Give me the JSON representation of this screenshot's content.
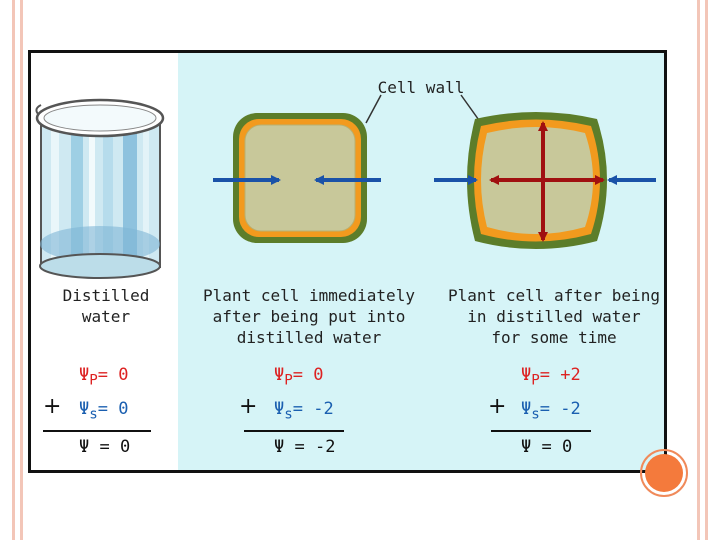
{
  "labels": {
    "cell_wall": "Cell wall",
    "beaker": "Distilled\nwater",
    "cell_immediate": "Plant cell immediately\nafter being put into\ndistilled water",
    "cell_after": "Plant cell after being\nin distilled water\nfor some time"
  },
  "columns": [
    {
      "psi_p": "Ψ",
      "p_sub": "P",
      "p_val": "= 0",
      "psi_s": "Ψ",
      "s_sub": "s",
      "s_val": "= 0",
      "psi": "Ψ",
      "psi_val": "= 0"
    },
    {
      "psi_p": "Ψ",
      "p_sub": "P",
      "p_val": "= 0",
      "psi_s": "Ψ",
      "s_sub": "s",
      "s_val": "= -2",
      "psi": "Ψ",
      "psi_val": "= -2"
    },
    {
      "psi_p": "Ψ",
      "p_sub": "P",
      "p_val": "= +2",
      "psi_s": "Ψ",
      "s_sub": "s",
      "s_val": "= -2",
      "psi": "Ψ",
      "psi_val": "= 0"
    }
  ],
  "plus_sign": "+",
  "colors": {
    "wall_outer": "#5c7d2a",
    "wall_orange": "#f29a1e",
    "cytoplasm": "#c8c89a",
    "arrow_blue": "#1a52a8",
    "arrow_red": "#a01010",
    "background_cyan": "#d6f4f7"
  },
  "icons": [
    "beaker-icon",
    "inward-arrow-icon",
    "expansion-arrow-icon"
  ]
}
